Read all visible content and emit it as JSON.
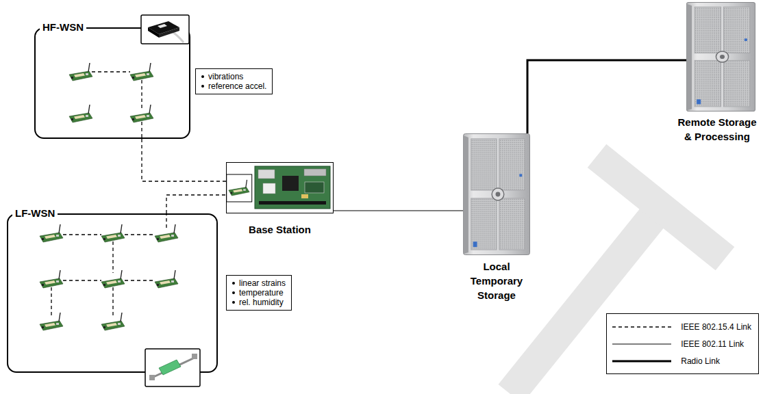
{
  "diagram": {
    "nodes": [
      {
        "text": [
          "HF-WSN"
        ]
      },
      {
        "text": [
          "vibrations",
          "reference accel."
        ]
      },
      {
        "text": [
          "Base Station"
        ]
      },
      {
        "text": [
          "LF-WSN"
        ]
      },
      {
        "text": [
          "linear strains",
          "temperature",
          "rel. humidity"
        ]
      },
      {
        "text": [
          "Local Temporary Storage"
        ]
      },
      {
        "text": [
          "Remote Storage & Processing"
        ]
      }
    ],
    "edges": [
      {
        "from": 0,
        "to": 2,
        "arrow": "none"
      },
      {
        "from": 3,
        "to": 2,
        "arrow": "none"
      },
      {
        "from": 2,
        "to": 5,
        "arrow": "none"
      },
      {
        "from": 5,
        "to": 6,
        "arrow": "none"
      }
    ],
    "legend": [
      {
        "text": "IEEE 802.15.4 Link"
      },
      {
        "text": "IEEE 802.11 Link"
      },
      {
        "text": "Radio Link"
      }
    ]
  }
}
